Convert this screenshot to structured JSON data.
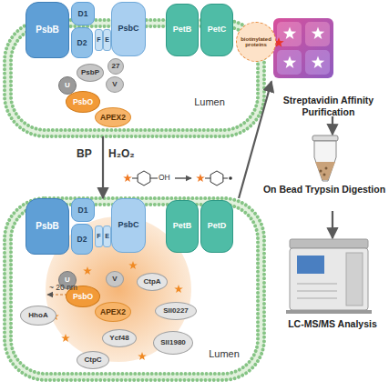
{
  "diagram": {
    "nodes": [
      {
        "text": [
          "Lumen"
        ]
      },
      {
        "text": [
          "PsbB"
        ],
        "in": 0
      },
      {
        "text": [
          "D1"
        ],
        "in": 0
      },
      {
        "text": [
          "PsbC"
        ],
        "in": 0
      },
      {
        "text": [
          "D2"
        ],
        "in": 0
      },
      {
        "text": [
          "F"
        ],
        "in": 0
      },
      {
        "text": [
          "E"
        ],
        "in": 0
      },
      {
        "text": [
          "PsbP"
        ],
        "in": 0
      },
      {
        "text": [
          "U"
        ],
        "in": 0
      },
      {
        "text": [
          "V"
        ],
        "in": 0
      },
      {
        "text": [
          "27"
        ],
        "in": 0
      },
      {
        "text": [
          "PsbO"
        ],
        "in": 0
      },
      {
        "text": [
          "APEX2"
        ],
        "in": 0
      },
      {
        "text": [
          "PetB"
        ],
        "in": 0
      },
      {
        "text": [
          "PetC"
        ],
        "in": 0
      },
      {
        "text": [
          "Lumen"
        ]
      },
      {
        "text": [
          "PsbB"
        ],
        "in": 15
      },
      {
        "text": [
          "D1"
        ],
        "in": 15
      },
      {
        "text": [
          "PsbC"
        ],
        "in": 15
      },
      {
        "text": [
          "D2"
        ],
        "in": 15
      },
      {
        "text": [
          "F"
        ],
        "in": 15
      },
      {
        "text": [
          "E"
        ],
        "in": 15
      },
      {
        "text": [
          "U"
        ],
        "in": 15
      },
      {
        "text": [
          "V"
        ],
        "in": 15
      },
      {
        "text": [
          "PsbO"
        ],
        "in": 15
      },
      {
        "text": [
          "APEX2"
        ],
        "in": 15
      },
      {
        "text": [
          "PetB"
        ],
        "in": 15
      },
      {
        "text": [
          "PetD"
        ],
        "in": 15
      },
      {
        "text": [
          "HhoA"
        ],
        "in": 15
      },
      {
        "text": [
          "CtpA"
        ],
        "in": 15
      },
      {
        "text": [
          "Sll0227"
        ],
        "in": 15
      },
      {
        "text": [
          "Ycf48"
        ],
        "in": 15
      },
      {
        "text": [
          "Sll1980"
        ],
        "in": 15
      },
      {
        "text": [
          "CtpC"
        ],
        "in": 15
      },
      {
        "text": [
          "biotinylated proteins"
        ]
      },
      {
        "text": [
          "Streptavidin Affinity Purification"
        ]
      },
      {
        "text": [
          "On Bead Trypsin Digestion"
        ]
      },
      {
        "text": [
          "LC-MS/MS Analysis"
        ]
      }
    ],
    "edges": [
      {
        "from": 0,
        "to": 15,
        "arrow": "to"
      },
      {
        "from": 15,
        "to": 35,
        "arrow": "to"
      },
      {
        "from": 35,
        "to": 36,
        "arrow": "to"
      },
      {
        "from": 36,
        "to": 37,
        "arrow": "to"
      }
    ],
    "labels": [
      "BP",
      "H₂O₂",
      "OH",
      "~ 20 nm"
    ]
  }
}
